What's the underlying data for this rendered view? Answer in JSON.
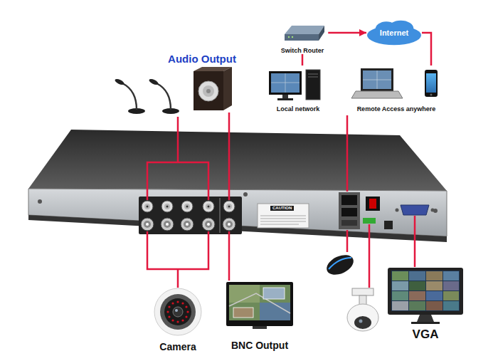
{
  "diagram": {
    "nodes": [
      {
        "text": [
          "Audio Output"
        ]
      },
      {
        "text": [
          "Switch Router"
        ]
      },
      {
        "text": [
          "Internet"
        ]
      },
      {
        "text": [
          "Local network"
        ]
      },
      {
        "text": [
          "Remote Access anywhere"
        ]
      },
      {
        "text": [
          "Camera"
        ]
      },
      {
        "text": [
          "BNC Output"
        ]
      },
      {
        "text": [
          "VGA"
        ]
      }
    ],
    "edges": [
      {
        "from": 1,
        "to": 2,
        "arrow": "to"
      },
      {
        "from": 2,
        "to": 4,
        "arrow": "none"
      },
      {
        "from": 1,
        "to": 3,
        "arrow": "none"
      }
    ],
    "labels": [
      "CAUTION"
    ]
  }
}
